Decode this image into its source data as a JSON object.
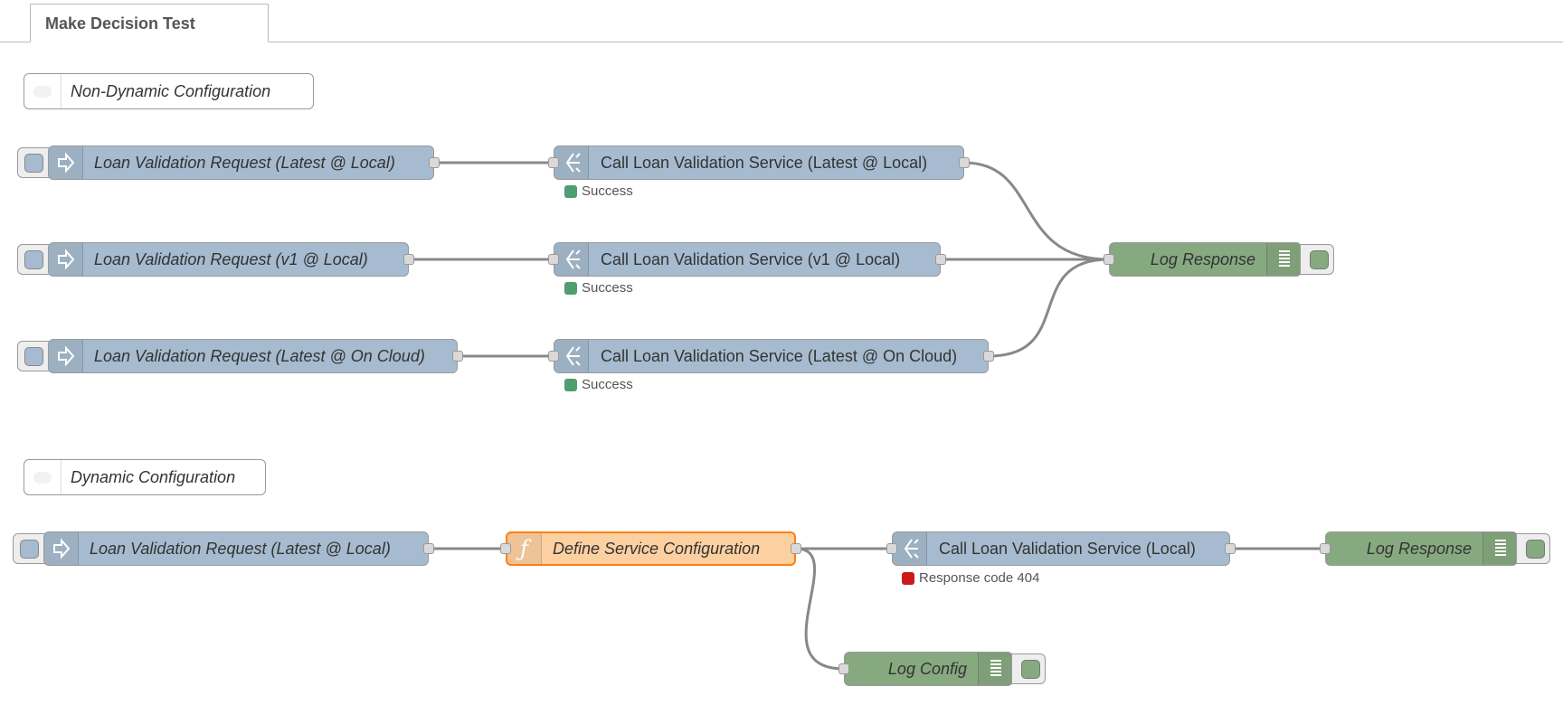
{
  "workspace": {
    "tab_label": "Make Decision Test"
  },
  "groups": [
    {
      "comment": "Non-Dynamic Configuration"
    },
    {
      "comment": "Dynamic Configuration"
    }
  ],
  "nodes": {
    "inject_latest_local": {
      "label": "Loan Validation Request (Latest @ Local)",
      "type": "inject",
      "icon": "arrow-in-icon"
    },
    "inject_v1_local": {
      "label": "Loan Validation Request (v1 @ Local)",
      "type": "inject",
      "icon": "arrow-in-icon"
    },
    "inject_latest_cloud": {
      "label": "Loan Validation Request (Latest @ On Cloud)",
      "type": "inject",
      "icon": "arrow-in-icon"
    },
    "call_latest_local": {
      "label": "Call Loan Validation Service (Latest @ Local)",
      "type": "http-request",
      "icon": "white-globe-icon",
      "status": "Success",
      "status_color": "#4e9e72"
    },
    "call_v1_local": {
      "label": "Call Loan Validation Service (v1 @ Local)",
      "type": "http-request",
      "icon": "white-globe-icon",
      "status": "Success",
      "status_color": "#4e9e72"
    },
    "call_latest_cloud": {
      "label": "Call Loan Validation Service (Latest @ On Cloud)",
      "type": "http-request",
      "icon": "white-globe-icon",
      "status": "Success",
      "status_color": "#4e9e72"
    },
    "log_response_1": {
      "label": "Log Response",
      "type": "debug",
      "icon": "list-icon"
    },
    "inject_dynamic": {
      "label": "Loan Validation Request (Latest @ Local)",
      "type": "inject",
      "icon": "arrow-in-icon"
    },
    "define_config": {
      "label": "Define Service Configuration",
      "type": "function",
      "icon": "function-icon"
    },
    "call_local": {
      "label": "Call Loan Validation Service (Local)",
      "type": "http-request",
      "icon": "white-globe-icon",
      "status": "Response code 404",
      "status_color": "#cc1a1a"
    },
    "log_response_2": {
      "label": "Log Response",
      "type": "debug",
      "icon": "list-icon"
    },
    "log_config": {
      "label": "Log Config",
      "type": "debug",
      "icon": "list-icon"
    }
  }
}
